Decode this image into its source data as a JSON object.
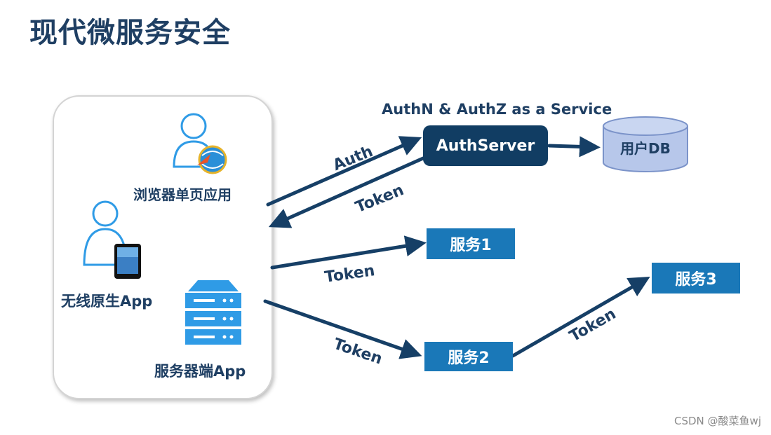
{
  "title": "现代微服务安全",
  "clients": {
    "browser_label": "浏览器单页应用",
    "mobile_label": "无线原生App",
    "server_label": "服务器端App"
  },
  "auth": {
    "service_caption": "AuthN & AuthZ as a Service",
    "server_label": "AuthServer",
    "db_label": "用户DB"
  },
  "services": {
    "service1": "服务1",
    "service2": "服务2",
    "service3": "服务3"
  },
  "edges": {
    "auth": "Auth",
    "token_back": "Token",
    "token_s1": "Token",
    "token_s2": "Token",
    "token_s3": "Token"
  },
  "watermark": "CSDN @酸菜鱼wj",
  "colors": {
    "title": "#1f3f63",
    "auth_server": "#113d63",
    "service": "#1a78b8",
    "arrow": "#163f66",
    "person": "#2f9be6"
  }
}
